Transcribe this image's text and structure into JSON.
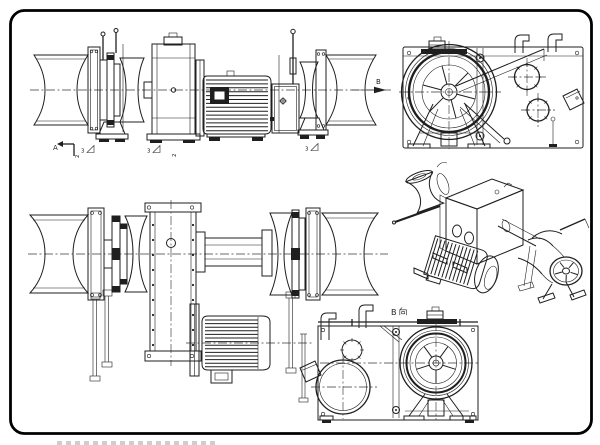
{
  "page": {
    "background": "#ffffff"
  },
  "drawing": {
    "ink": "#1f1f1f",
    "centerline_color": "#3a3a3a",
    "border_color": "#000000",
    "views": {
      "front_elevation": "front-elevation-view",
      "side_end_view": "side-end-view",
      "isometric_view": "isometric-view",
      "plan_section_view": "plan-section-view",
      "rear_view": "rear-view-b"
    },
    "annotations": {
      "section_label": "A",
      "section_dim_left": "2",
      "section_dim_right": "2",
      "weld_size_left": "3",
      "weld_size_mid": "3",
      "weld_size_right": "3",
      "view_arrow_label": "B",
      "rear_view_label": "B向",
      "rear_view_label_latin": "B"
    }
  }
}
